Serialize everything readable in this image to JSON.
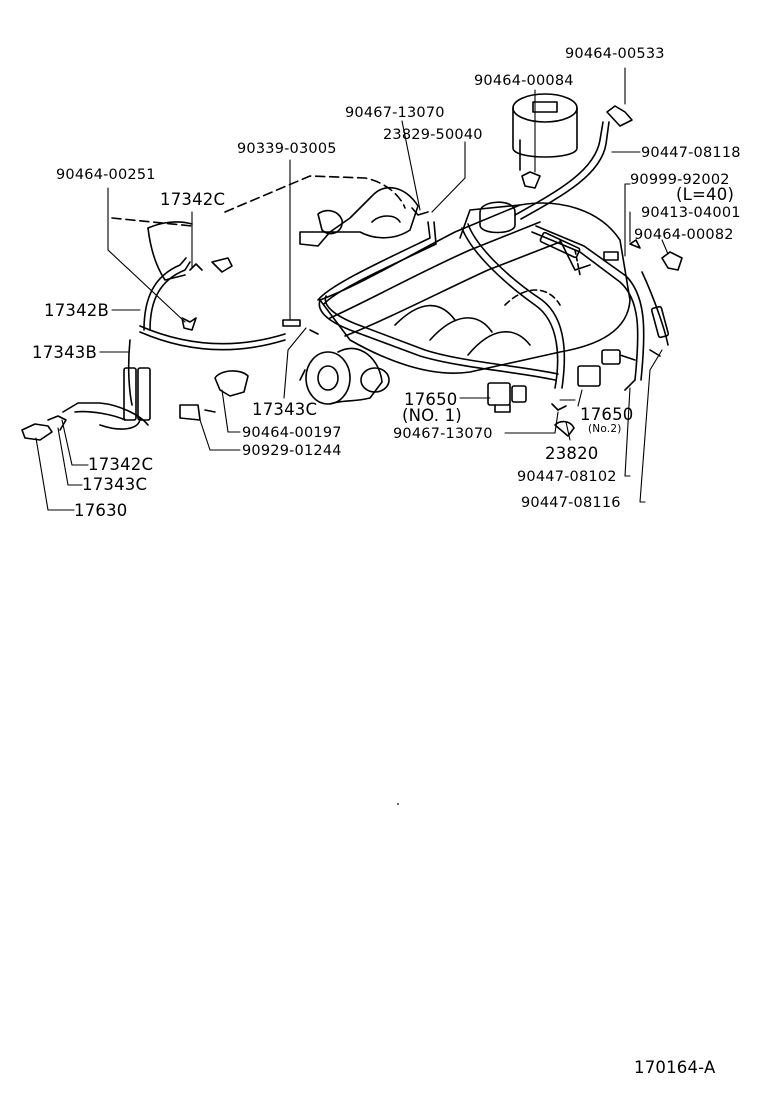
{
  "figure_id": "170164-A",
  "colors": {
    "ink": "#000000",
    "paper": "#ffffff"
  },
  "labels": {
    "p_90464_00533": "90464-00533",
    "p_90464_00084": "90464-00084",
    "p_90467_13070_top": "90467-13070",
    "p_23829_50040": "23829-50040",
    "p_90447_08118": "90447-08118",
    "p_90339_03005": "90339-03005",
    "p_90464_00251": "90464-00251",
    "p_17342c_top": "17342C",
    "p_90999_92002": "90999-92002",
    "p_l40": "(L=40)",
    "p_90413_04001": "90413-04001",
    "p_90464_00082": "90464-00082",
    "p_17342b": "17342B",
    "p_17343b": "17343B",
    "p_17343c_mid": "17343C",
    "p_17650_no1": "17650",
    "p_no1": "(NO. 1)",
    "p_90467_13070_bot": "90467-13070",
    "p_17650_no2": "17650",
    "p_no2": "(No.2)",
    "p_23820": "23820",
    "p_90464_00197": "90464-00197",
    "p_90929_01244": "90929-01244",
    "p_17342c_bot": "17342C",
    "p_17343c_bot": "17343C",
    "p_17630": "17630",
    "p_90447_08102": "90447-08102",
    "p_90447_08116": "90447-08116"
  }
}
